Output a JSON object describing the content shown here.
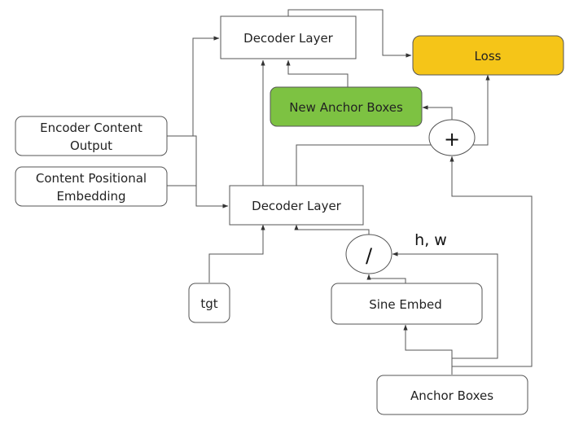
{
  "nodes": {
    "decoder_top": "Decoder Layer",
    "loss": "Loss",
    "new_anchor": "New Anchor Boxes",
    "plus": "+",
    "encoder_content": [
      "Encoder Content",
      "Output"
    ],
    "content_positional": [
      "Content Positional",
      "Embedding"
    ],
    "decoder_bottom": "Decoder Layer",
    "divide": "/",
    "hw": "h, w",
    "tgt": "tgt",
    "sine_embed": "Sine Embed",
    "anchor_boxes": "Anchor Boxes"
  },
  "colors": {
    "loss_fill": "#F5C518",
    "new_anchor_fill": "#7DC242",
    "box_stroke": "#555555",
    "line": "#555555"
  }
}
